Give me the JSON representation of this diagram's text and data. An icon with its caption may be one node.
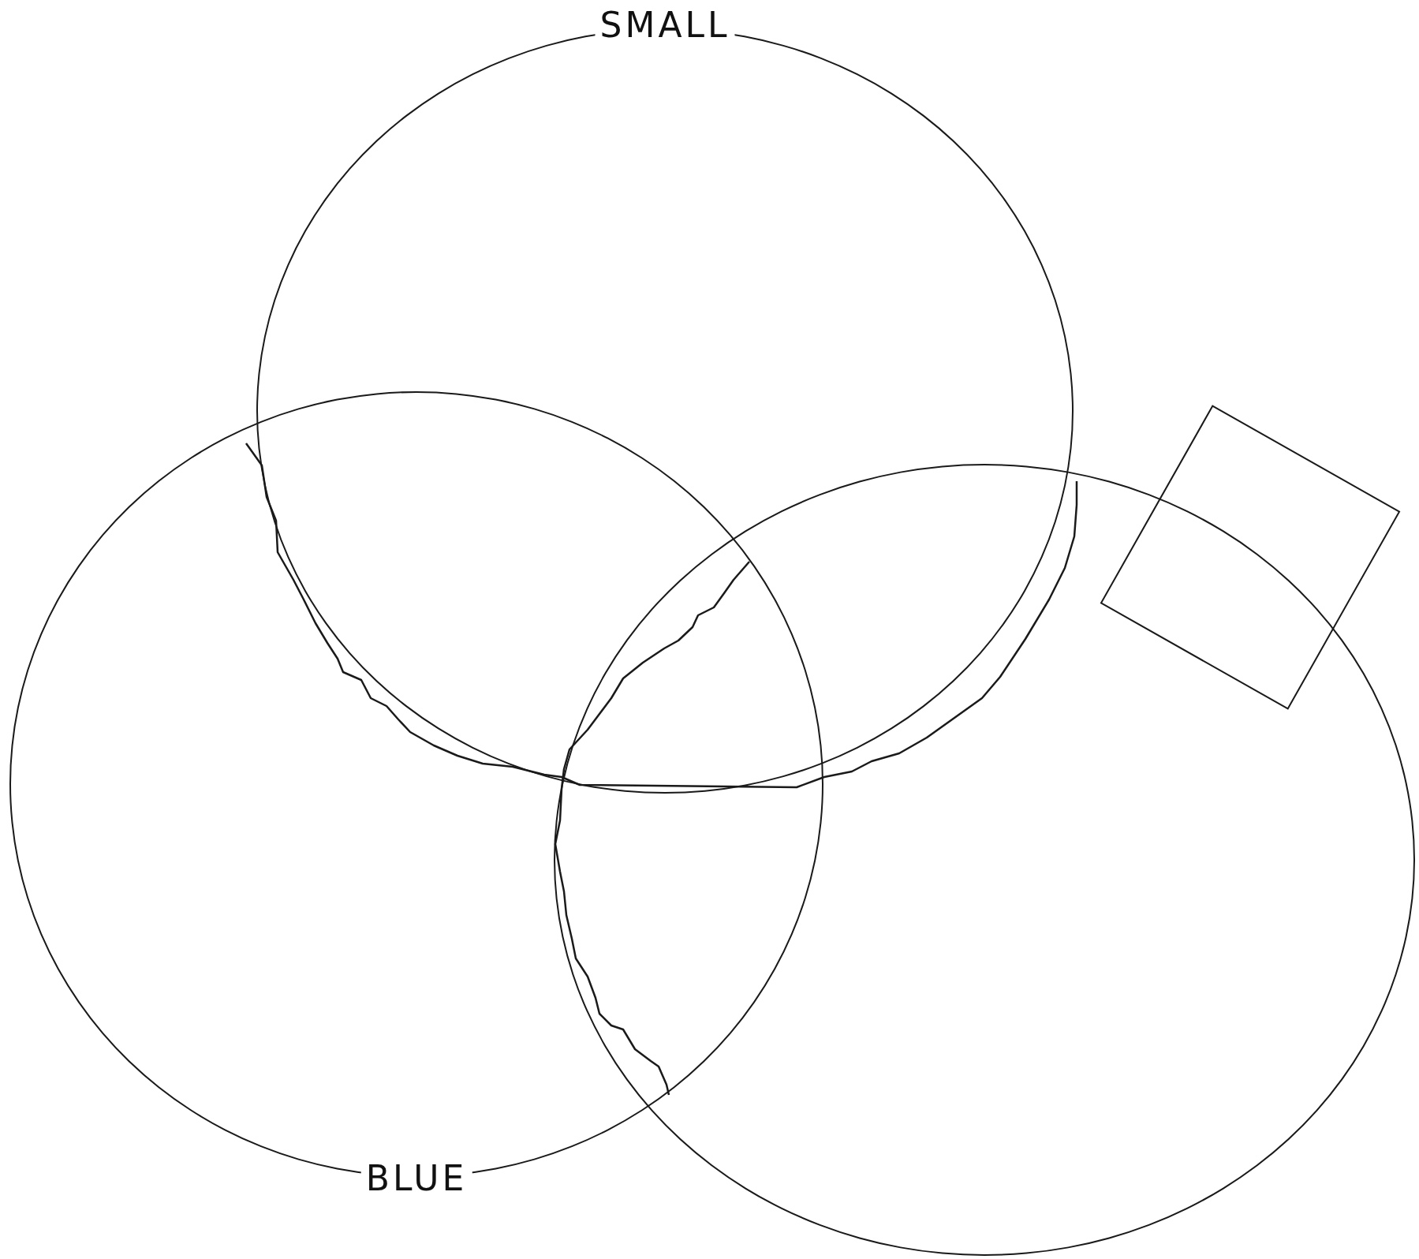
{
  "diagram": {
    "nodes": [
      {
        "text": [
          "SMALL"
        ]
      },
      {
        "text": [
          "BLUE"
        ]
      },
      {
        "text": [],
        "shape": "circle"
      },
      {
        "text": [],
        "shape": "box"
      }
    ]
  }
}
